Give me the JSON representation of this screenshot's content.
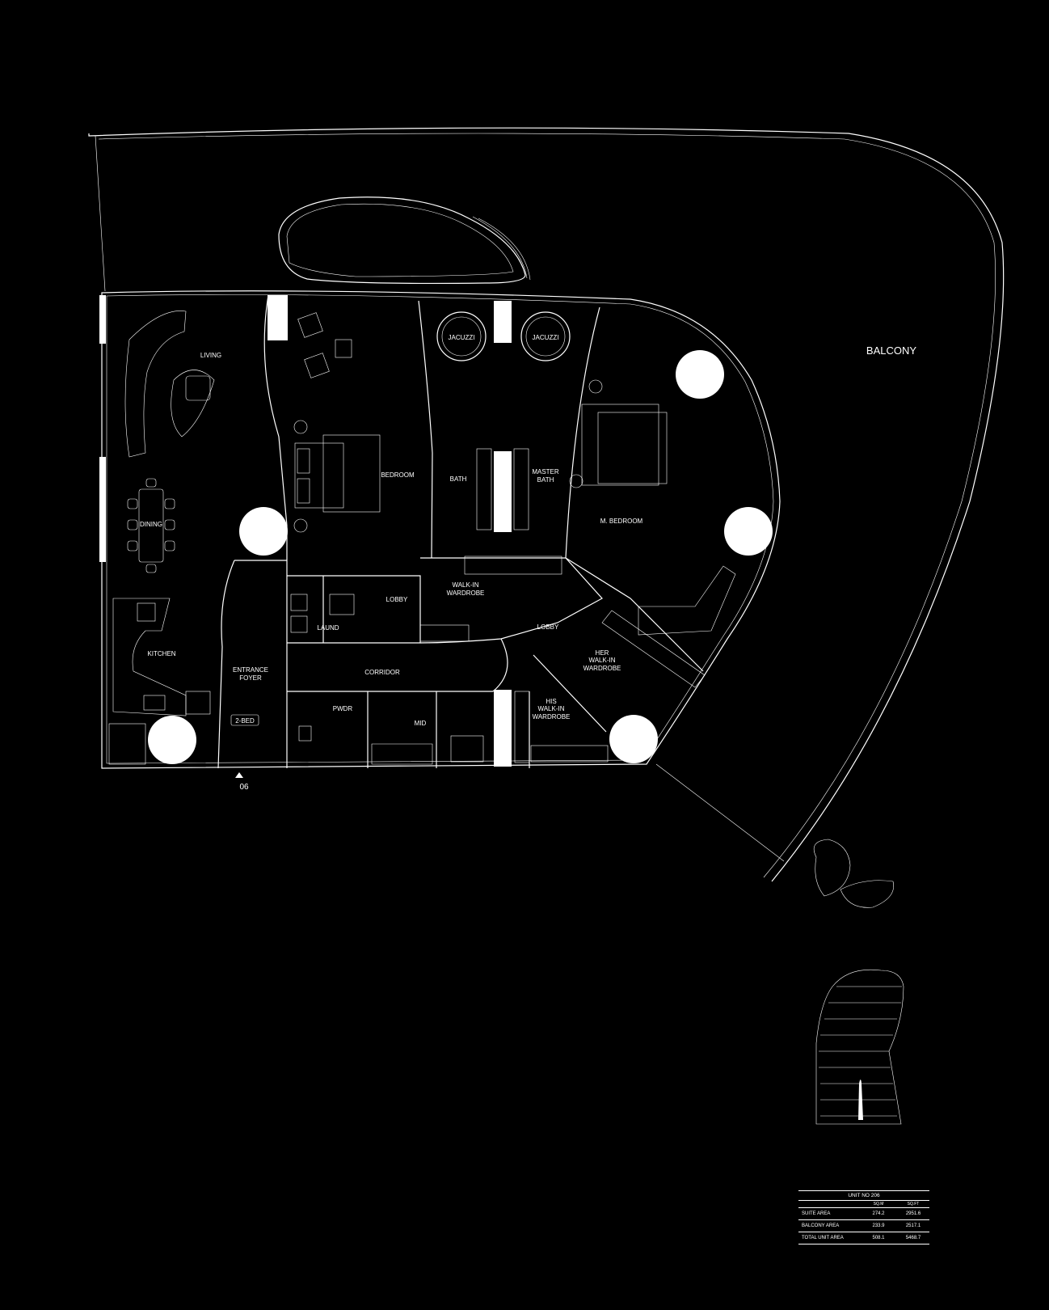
{
  "rooms": {
    "living": "LIVING",
    "dining": "DINING",
    "kitchen": "KITCHEN",
    "bedroom": "BEDROOM",
    "jacuzzi_1": "JACUZZI",
    "jacuzzi_2": "JACUZZI",
    "bath": "BATH",
    "master_bath": [
      "MASTER",
      "BATH"
    ],
    "m_bedroom": "M. BEDROOM",
    "balcony": "BALCONY",
    "lobby_1": "LOBBY",
    "lobby_2": "LOBBY",
    "walkin_wardrobe": [
      "WALK-IN",
      "WARDROBE"
    ],
    "her_wardrobe": [
      "HER",
      "WALK-IN",
      "WARDROBE"
    ],
    "his_wardrobe": [
      "HIS",
      "WALK-IN",
      "WARDROBE"
    ],
    "laund": "LAUND",
    "entrance_foyer": [
      "ENTRANCE",
      "FOYER"
    ],
    "corridor": "CORRIDOR",
    "pwdr": "PWDR",
    "mid": "MID",
    "bed_tag": "2-BED",
    "entry_marker": "06"
  },
  "area_table": {
    "title": "UNIT NO 206",
    "col_sqm": "SQ.M",
    "col_sqft": "SQ.FT",
    "rows": [
      {
        "label": "SUITE AREA",
        "sqm": "274.2",
        "sqft": "2951.6"
      },
      {
        "label": "BALCONY AREA",
        "sqm": "233.9",
        "sqft": "2517.1"
      },
      {
        "label": "TOTAL UNIT AREA",
        "sqm": "508.1",
        "sqft": "5468.7"
      }
    ]
  },
  "colors": {
    "background": "#000000",
    "line": "#ffffff"
  }
}
